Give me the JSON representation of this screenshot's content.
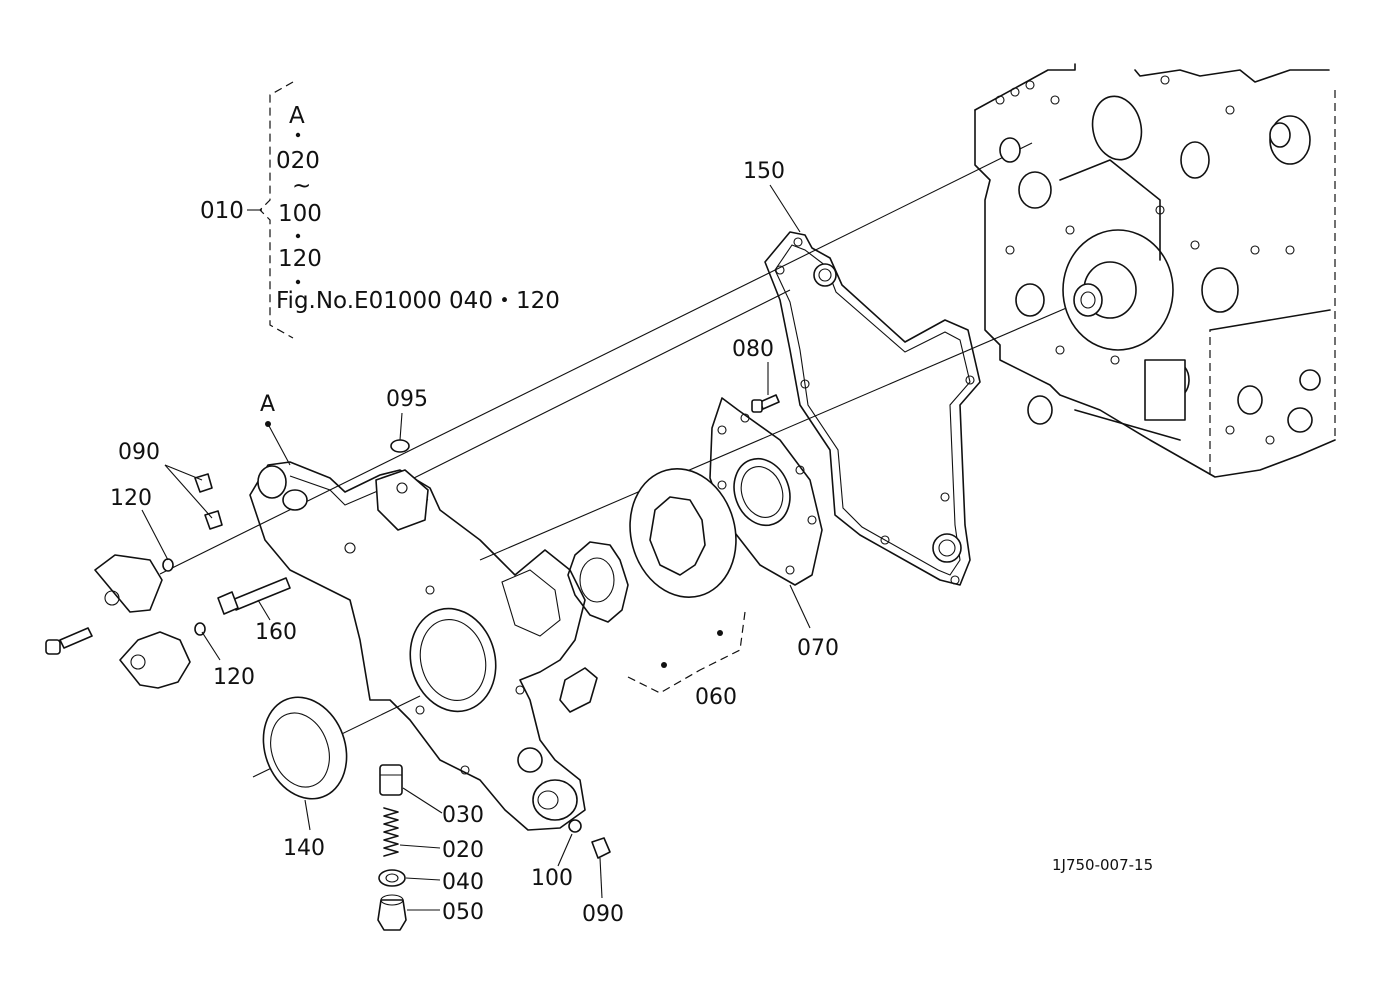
{
  "legend": {
    "main_number": "010",
    "entries": [
      "A",
      "020",
      "~",
      "100",
      "120",
      "Fig.No.E01000  040・120"
    ]
  },
  "reference_point": "A",
  "parts": {
    "p010": "010",
    "p020": "020",
    "p030": "030",
    "p040": "040",
    "p050": "050",
    "p060": "060",
    "p070": "070",
    "p080": "080",
    "p090_top": "090",
    "p090_bottom": "090",
    "p095": "095",
    "p100": "100",
    "p120_top": "120",
    "p120_bottom": "120",
    "p140": "140",
    "p150": "150",
    "p160": "160"
  },
  "drawing_code": "1J750-007-15"
}
